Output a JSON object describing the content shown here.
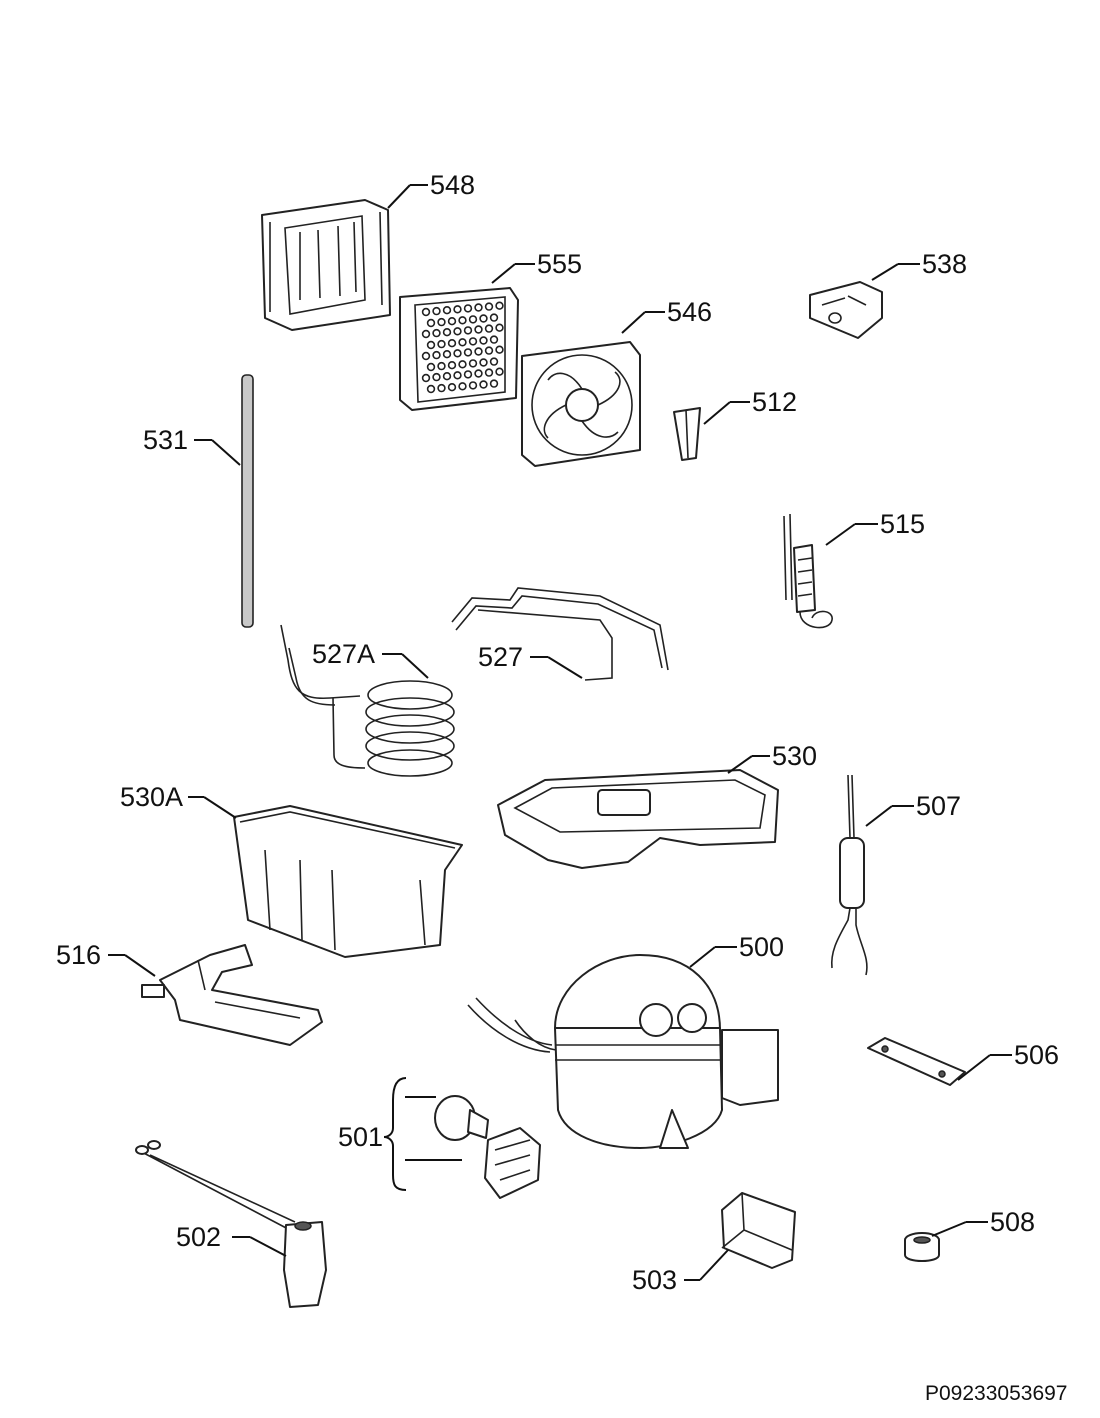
{
  "diagram": {
    "drawing_code": "P09233053697",
    "parts": [
      {
        "id": "p548",
        "label": "548",
        "shape": "evaporator-frame"
      },
      {
        "id": "p555",
        "label": "555",
        "shape": "fan-grille"
      },
      {
        "id": "p546",
        "label": "546",
        "shape": "fan-motor"
      },
      {
        "id": "p538",
        "label": "538",
        "shape": "clamp-block"
      },
      {
        "id": "p512",
        "label": "512",
        "shape": "sleeve"
      },
      {
        "id": "p531",
        "label": "531",
        "shape": "rod"
      },
      {
        "id": "p515",
        "label": "515",
        "shape": "heater-element"
      },
      {
        "id": "p527A",
        "label": "527A",
        "shape": "coil-tube"
      },
      {
        "id": "p527",
        "label": "527",
        "shape": "bent-tube"
      },
      {
        "id": "p530",
        "label": "530",
        "shape": "drip-tray"
      },
      {
        "id": "p530A",
        "label": "530A",
        "shape": "tray-housing"
      },
      {
        "id": "p507",
        "label": "507",
        "shape": "filter-drier"
      },
      {
        "id": "p516",
        "label": "516",
        "shape": "bracket"
      },
      {
        "id": "p500",
        "label": "500",
        "shape": "compressor"
      },
      {
        "id": "p506",
        "label": "506",
        "shape": "mounting-plate"
      },
      {
        "id": "p501",
        "label": "501",
        "shape": "relay-group"
      },
      {
        "id": "p502",
        "label": "502",
        "shape": "cable-connector"
      },
      {
        "id": "p503",
        "label": "503",
        "shape": "relay-cover"
      },
      {
        "id": "p508",
        "label": "508",
        "shape": "grommet"
      }
    ]
  }
}
